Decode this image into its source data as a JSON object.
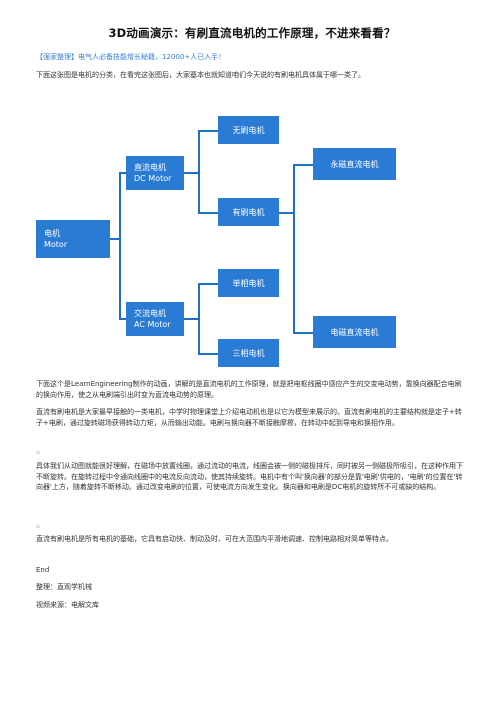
{
  "title": "3D动画演示：有刷直流电机的工作原理，不进来看看？",
  "promo": "【强家整理】电气人必备技能增长秘籍，12000+人已入手！",
  "intro": "下面这张图是电机的分类，在看完这张图后，大家基本也就知道咱们今天说的有刷电机具体属于哪一类了。",
  "diagram": {
    "root": {
      "line1": "电机",
      "line2": "Motor"
    },
    "dc": {
      "line1": "直流电机",
      "line2": "DC Motor"
    },
    "ac": {
      "line1": "交流电机",
      "line2": "AC Motor"
    },
    "brushless": "无刷电机",
    "brushed": "有刷电机",
    "single_phase": "单相电机",
    "three_phase": "三相电机",
    "pm_dc": "永磁直流电机",
    "em_dc": "电磁直流电机",
    "colors": {
      "node": "#2a7bd4",
      "line": "#1f6fc4"
    }
  },
  "paragraphs": [
    "下面这个是LearnEngineering制作的动画，讲解的是直流电机的工作原理，就是把电枢线圈中感应产生的交变电动势，靠换向器配合电刷的换向作用，使之从电刷端引出时变为直流电动势的原理。",
    "直流有刷电机是大家最早接触的一类电机，中学时物理课堂上介绍电动机也是以它为模型来展示的。直流有刷电机的主要结构就是定子+转子+电刷，通过旋转磁场获得转动力矩，从而输出动能。电刷与换向器不断接触摩擦，在转动中起到导电和换相作用。",
    "具体我们从动图就能很好理解，在磁场中放置线圈，通过流动的电流，线圈会被一侧的磁极排斥，同时被另一侧磁极所吸引，在这种作用下不断旋转。在旋转过程中令通向线圈中的电流反向流动，使其持续旋转。电机中有个叫'换向器'的部分是靠'电刷'供电的，'电刷'的位置在'转向器'上方，随着旋转不断移动。通过改变电刷的位置，可使电流方向发生变化。换向器和电刷是DC电机的旋转所不可或缺的结构。",
    "直流有刷电机是所有电机的基础，它具有启动快、制动及时、可在大范围内平滑地调速、控制电路相对简单等特点。",
    "End",
    "整理：直观学机械",
    "视频来源：电解文库"
  ],
  "marker": "▫"
}
